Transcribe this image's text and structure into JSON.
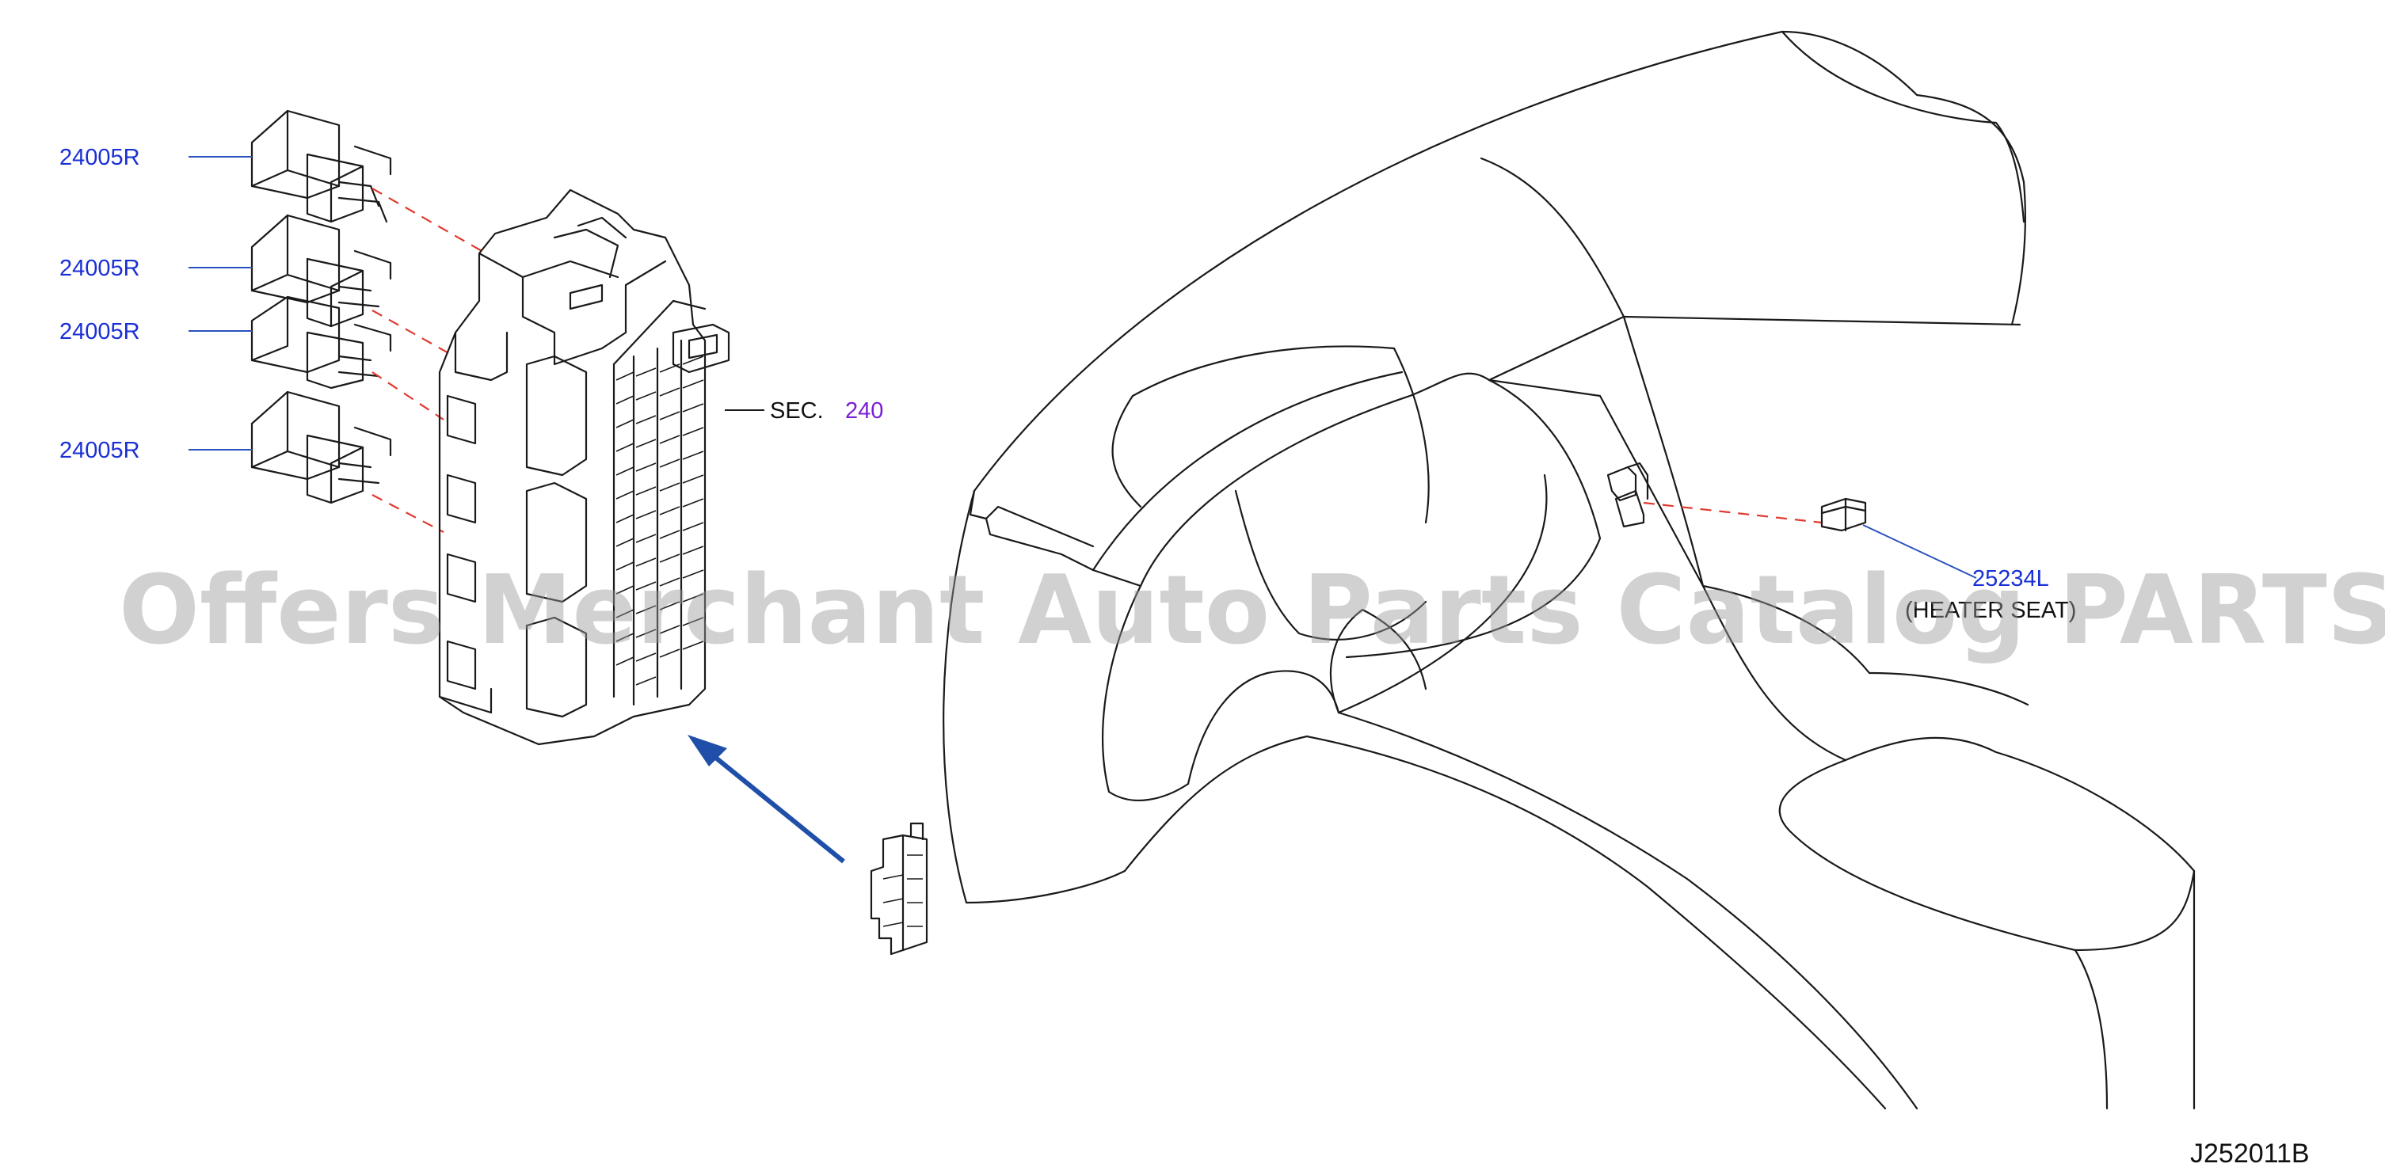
{
  "callouts": {
    "relay_1": "24005R",
    "relay_2": "24005R",
    "relay_3": "24005R",
    "relay_4": "24005R",
    "switch": "25234L",
    "switch_note": "(HEATER SEAT)"
  },
  "section_ref": {
    "prefix": "SEC.",
    "number": "240"
  },
  "watermark": "Offers Merchant Auto Parts Catalog PARTSTORE.SA",
  "diagram_code": "J252011B",
  "colors": {
    "callout_text": "#1a2fd6",
    "leader_line": "#2a52be",
    "dashed_line": "#e0392f",
    "arrow": "#1f4fa8",
    "section_number": "#7a1fd6"
  }
}
